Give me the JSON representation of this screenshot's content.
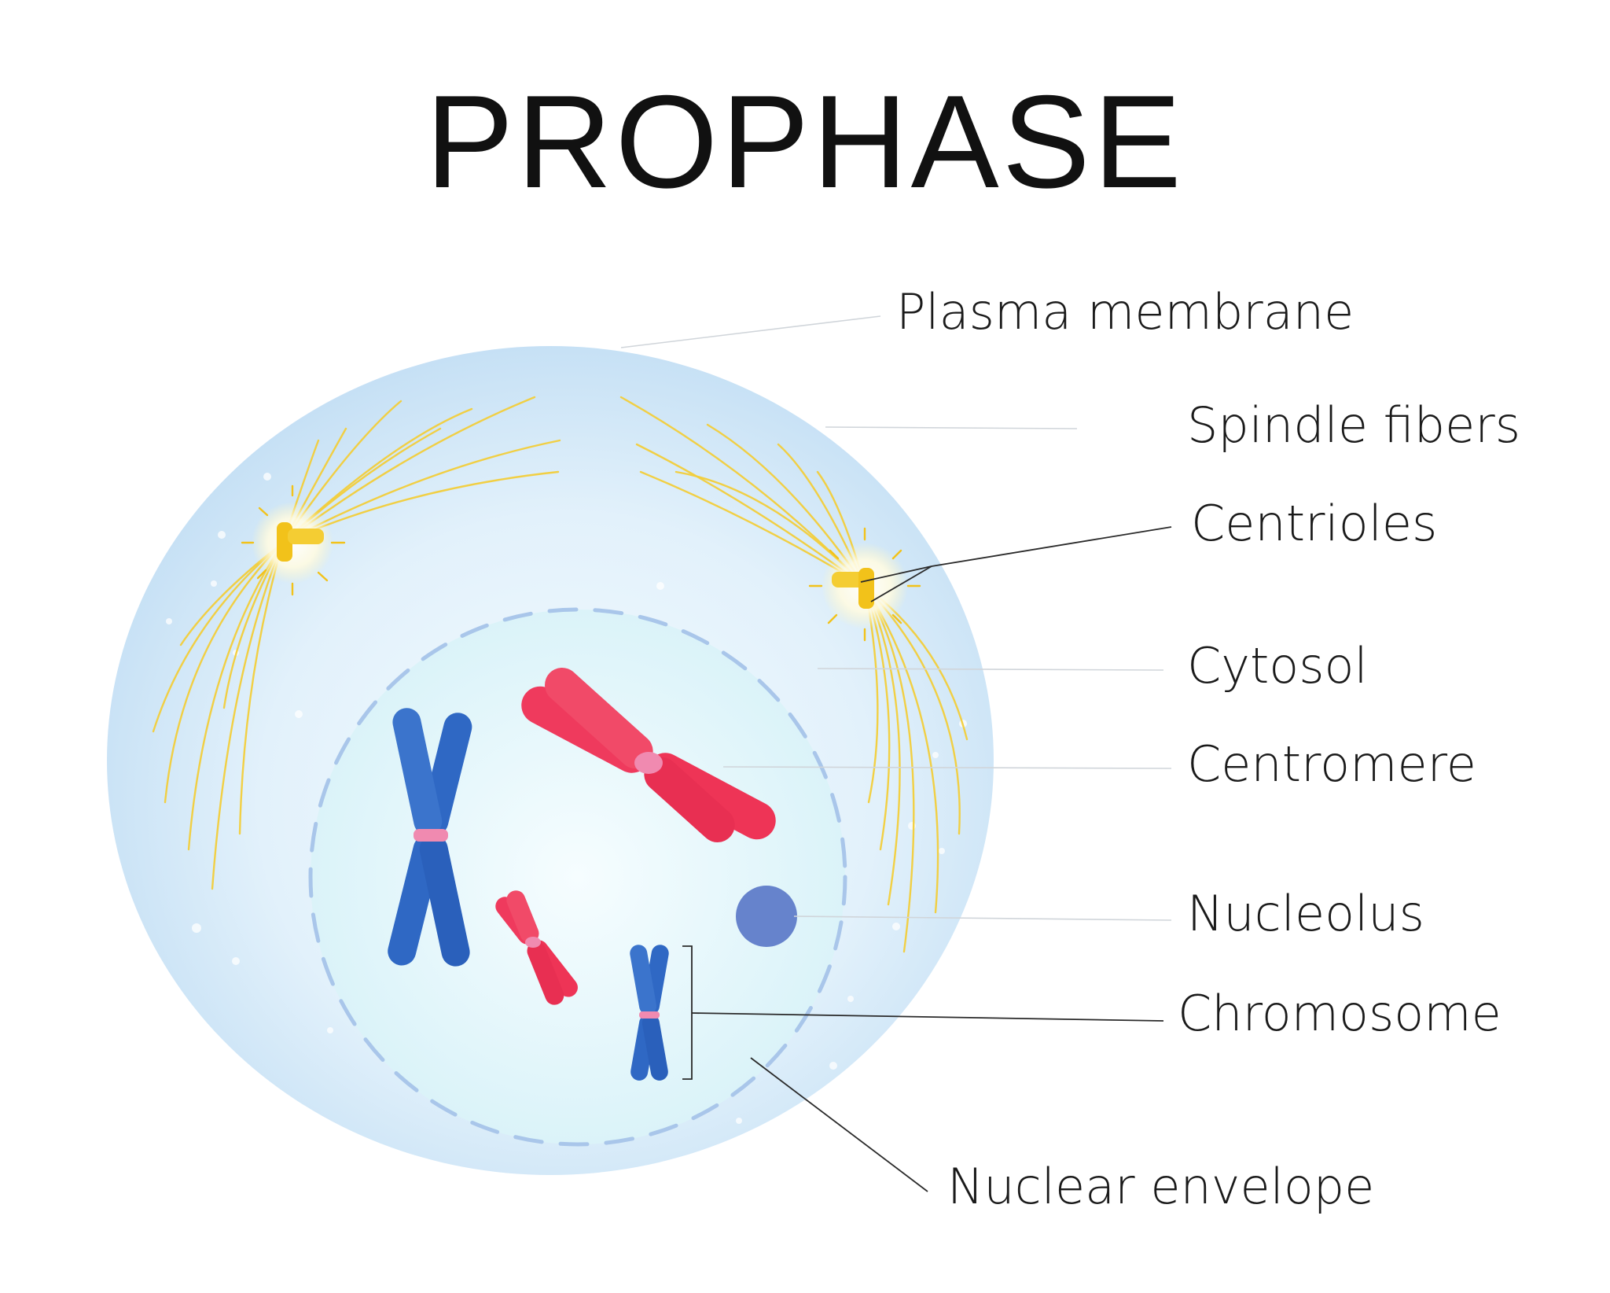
{
  "title": "PROPHASE",
  "labels": {
    "plasma_membrane": "Plasma membrane",
    "spindle_fibers": "Spindle fibers",
    "centrioles": "Centrioles",
    "cytosol": "Cytosol",
    "centromere": "Centromere",
    "nucleolus": "Nucleolus",
    "chromosome": "Chromosome",
    "nuclear_envelope": "Nuclear envelope"
  },
  "colors": {
    "cell_fill": "#cfe6f7",
    "nucleus_fill": "#e6f7fb",
    "nuclear_envelope": "#a9c6ea",
    "spindle": "#f2cd3a",
    "centriole": "#f2c21a",
    "chromosome_blue": "#2f68c4",
    "chromosome_red": "#ef3a5d",
    "centromere": "#f08ab0",
    "nucleolus": "#6683cc"
  }
}
